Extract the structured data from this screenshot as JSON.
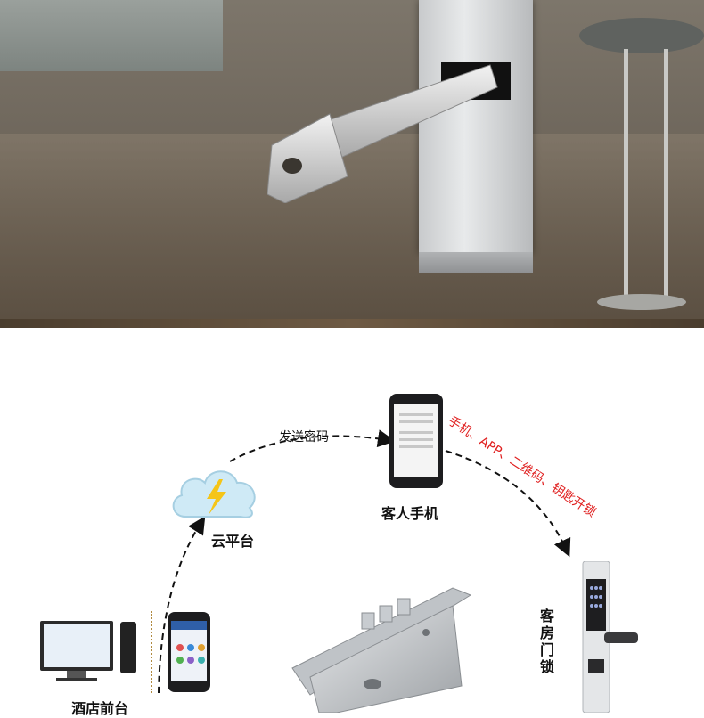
{
  "diagram": {
    "send_password": "发送密码",
    "guest_phone": "客人手机",
    "cloud_platform": "云平台",
    "front_desk": "酒店前台",
    "room_door_lock": "客房门锁",
    "unlock_methods": "手机、APP、二维码、钥匙开锁"
  },
  "colors": {
    "accent_red": "#e02020",
    "cloud_blue": "#bfe3f3",
    "bolt_yellow": "#f5c518",
    "arrow_black": "#111111"
  },
  "icons": {
    "cloud": "cloud-icon",
    "bolt": "lightning-icon",
    "phone": "smartphone-icon",
    "computer": "computer-icon",
    "card_reader": "card-reader-icon",
    "door_lock": "door-lock-icon",
    "mortise": "mortise-lock-icon"
  }
}
